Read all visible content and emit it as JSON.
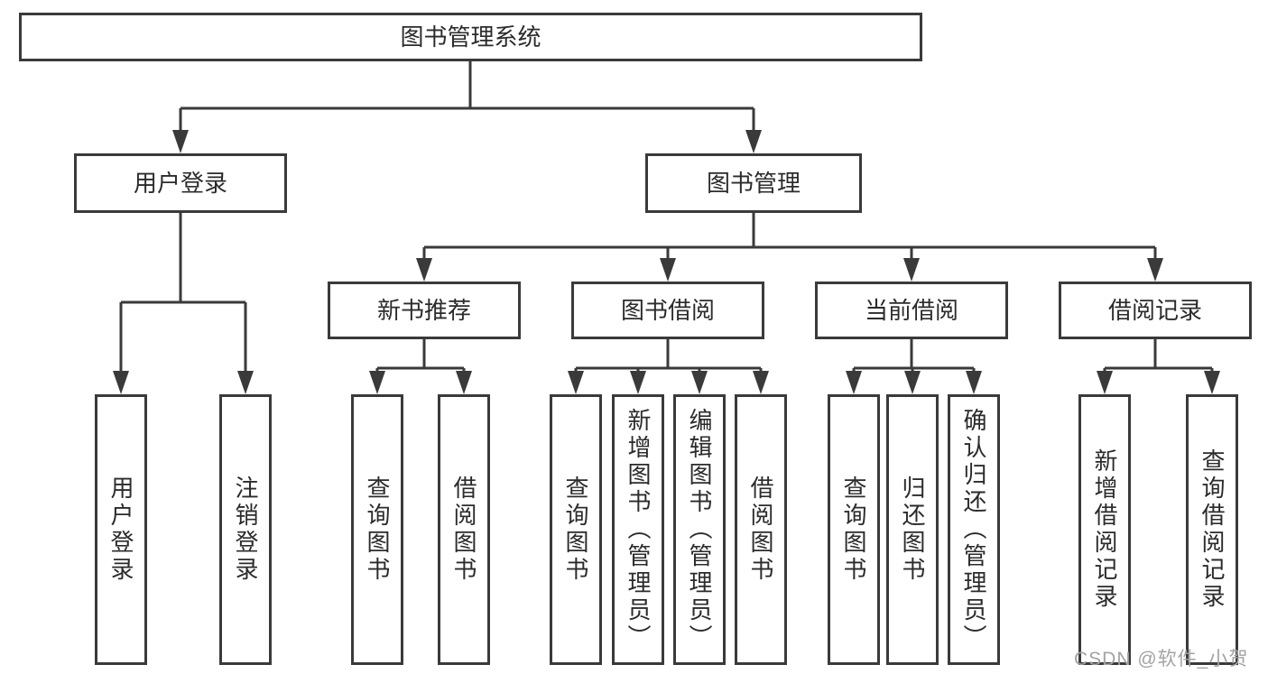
{
  "page": {
    "background": "#ffffff",
    "line_color": "#3a3a3a",
    "box_border_color": "#3a3a3a",
    "text_color": "#2b2b2b"
  },
  "watermark": {
    "text": "CSDN @软件_小贺同学",
    "color": "#a3a3a3"
  },
  "tree": {
    "root": {
      "label": "图书管理系统"
    },
    "user_login": {
      "label": "用户登录",
      "leaves": [
        "用户登录",
        "注销登录"
      ]
    },
    "book_management": {
      "label": "图书管理",
      "sections": [
        {
          "label": "新书推荐",
          "leaves": [
            "查询图书",
            "借阅图书"
          ]
        },
        {
          "label": "图书借阅",
          "leaves": [
            "查询图书",
            "新增图书（管理员）",
            "编辑图书（管理员）",
            "借阅图书"
          ]
        },
        {
          "label": "当前借阅",
          "leaves": [
            "查询图书",
            "归还图书",
            "确认归还（管理员）"
          ]
        },
        {
          "label": "借阅记录",
          "leaves": [
            "新增借阅记录",
            "查询借阅记录"
          ]
        }
      ]
    }
  }
}
